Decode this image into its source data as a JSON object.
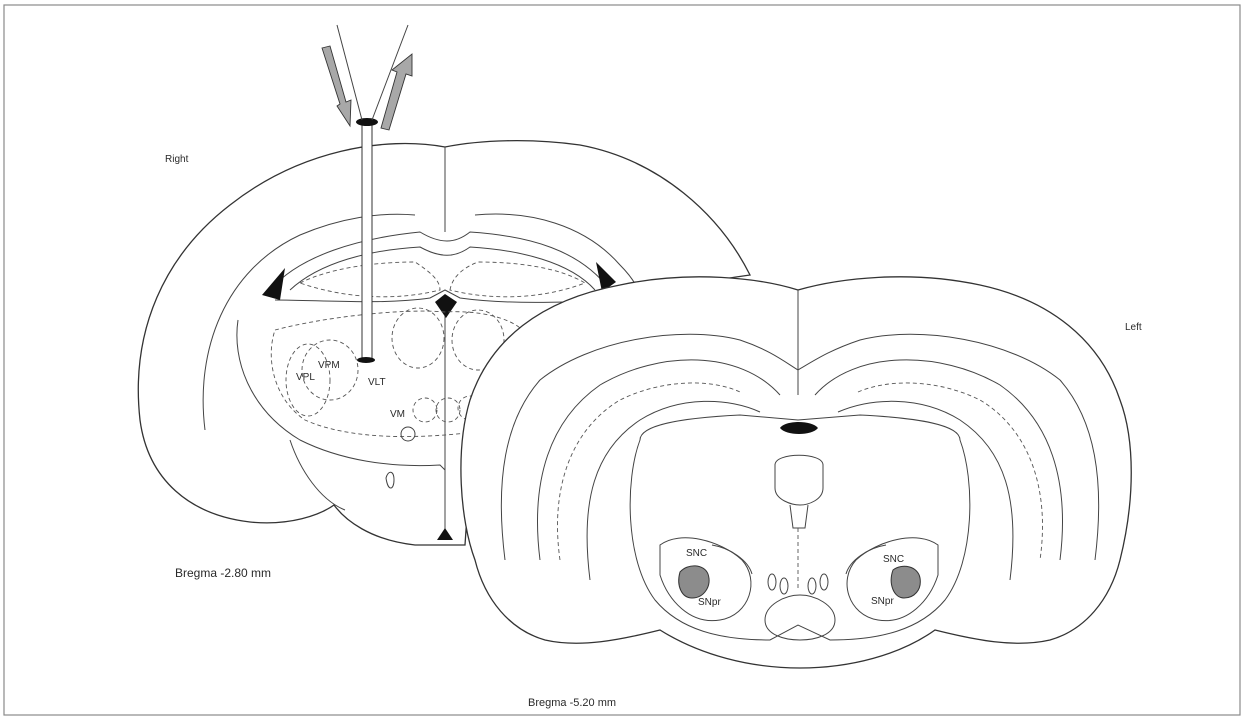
{
  "labels": {
    "right": "Right",
    "left": "Left",
    "bregma_anterior": "Bregma -2.80 mm",
    "bregma_posterior": "Bregma -5.20 mm"
  },
  "anterior_section": {
    "nuclei": [
      "VPM",
      "VPL",
      "VLT",
      "VM"
    ]
  },
  "posterior_section": {
    "nuclei_right": [
      "SNC",
      "SNpr"
    ],
    "nuclei_left": [
      "SNC",
      "SNpr"
    ]
  },
  "colors": {
    "line": "#333333",
    "lesion_fill": "#8c8c8c",
    "arrow_fill": "#a8a8a8",
    "ventricle": "#111111"
  }
}
